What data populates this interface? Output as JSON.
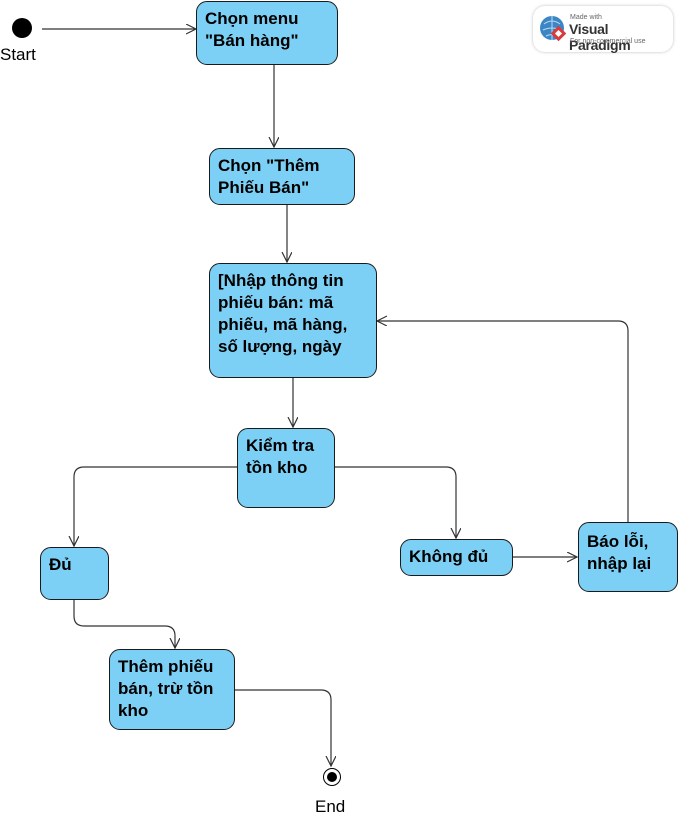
{
  "diagram": {
    "start_label": "Start",
    "end_label": "End",
    "nodes": {
      "chon_menu": "Chọn menu\n\"Bán hàng\"",
      "them_phieu": "Chọn \"Thêm\nPhiếu Bán\"",
      "nhap_thong_tin": "[Nhập thông tin\nphiếu bán: mã\nphiếu, mã hàng,\nsố lượng, ngày",
      "kiem_tra": "Kiểm tra\ntồn kho",
      "du": "Đủ",
      "khong_du": "Không đủ",
      "bao_loi": "Báo lỗi,\nnhập lại",
      "them_phieu_ban": "Thêm phiếu\nbán, trừ tồn\nkho"
    }
  },
  "watermark": {
    "made_with": "Made with",
    "brand": "Visual Paradigm",
    "note": "For non-commercial use"
  },
  "colors": {
    "node_fill": "#7dd0f5",
    "node_border": "#1a1a1a",
    "edge": "#333333"
  }
}
